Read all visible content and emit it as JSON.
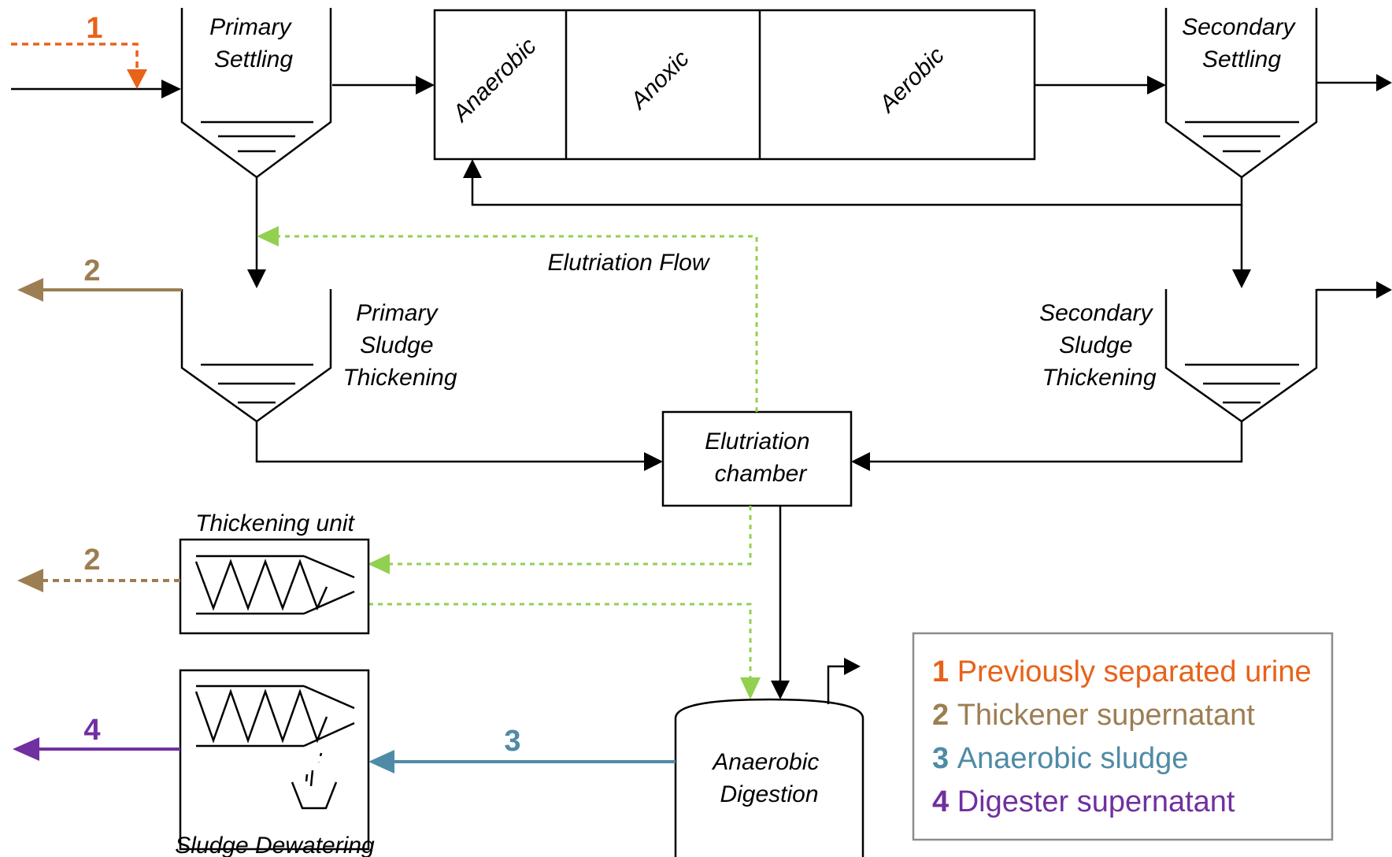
{
  "colors": {
    "line": "#000000",
    "orange": "#E8621A",
    "brown": "#9C7E52",
    "blue": "#4E8BA6",
    "purple": "#7030A0",
    "green": "#92D050",
    "legend_border": "#8C8C8C"
  },
  "units": {
    "primary_settling": "Primary\nSettling",
    "secondary_settling": "Secondary\nSettling",
    "primary_thickening": "Primary\nSludge\nThickening",
    "secondary_thickening": "Secondary\nSludge\nThickening",
    "elutriation_chamber": "Elutriation\nchamber",
    "thickening_unit": "Thickening unit",
    "sludge_dewatering": "Sludge Dewatering",
    "anaerobic_digestion": "Anaerobic\nDigestion"
  },
  "reactor_zones": [
    "Anaerobic",
    "Anoxic",
    "Aerobic"
  ],
  "flow_labels": {
    "elutriation_flow": "Elutriation Flow"
  },
  "stream_numbers": {
    "urine": "1",
    "thickener_primary": "2",
    "thickener_unit": "2",
    "anaerobic_sludge": "3",
    "digester": "4"
  },
  "legend": [
    {
      "num": "1",
      "text": "Previously separated urine",
      "color": "#E8621A"
    },
    {
      "num": "2",
      "text": "Thickener supernatant",
      "color": "#9C7E52"
    },
    {
      "num": "3",
      "text": "Anaerobic sludge",
      "color": "#4E8BA6"
    },
    {
      "num": "4",
      "text": "Digester supernatant",
      "color": "#7030A0"
    }
  ]
}
